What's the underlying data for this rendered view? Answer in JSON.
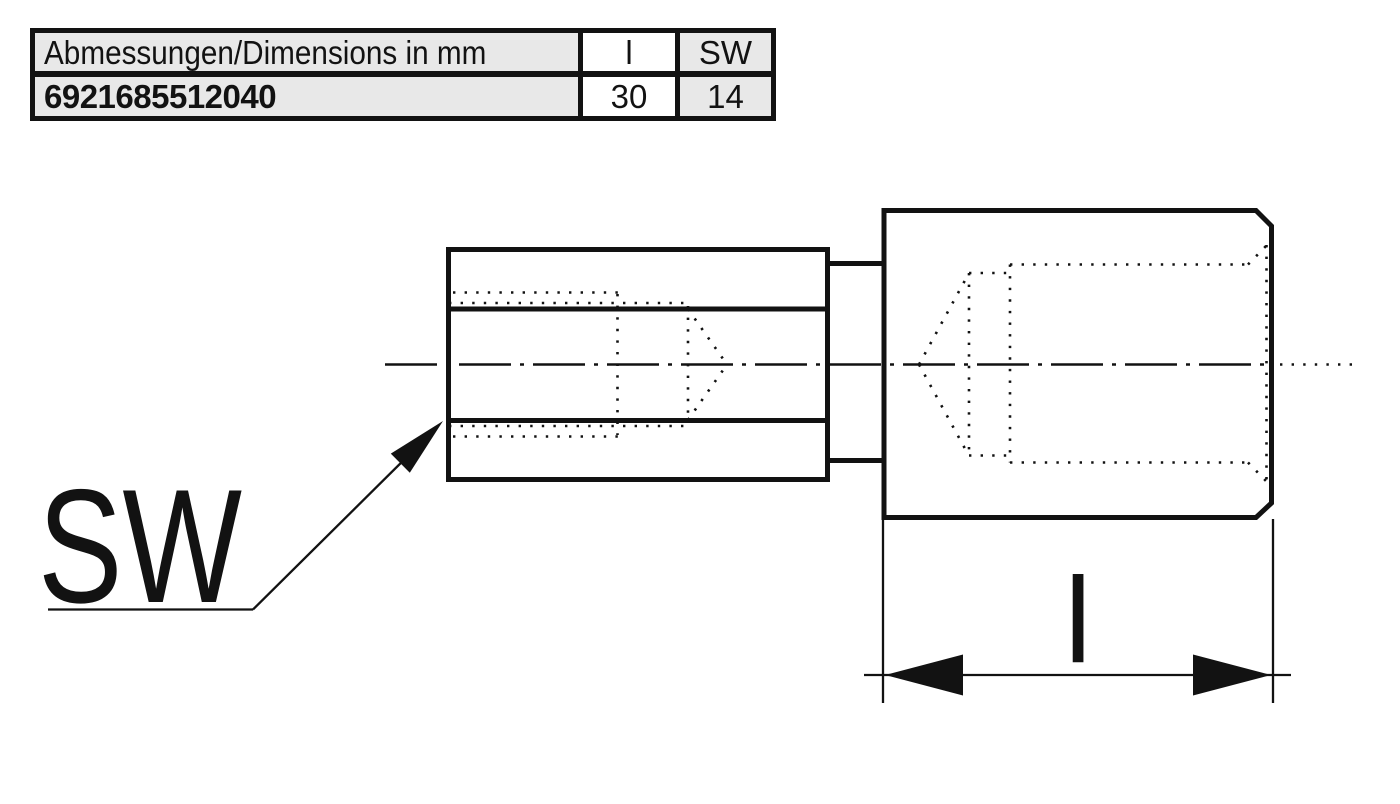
{
  "table": {
    "header": {
      "dimensions": "Abmessungen/Dimensions in mm",
      "l": "l",
      "sw": "SW"
    },
    "row": {
      "part_number": "6921685512040",
      "l": "30",
      "sw": "14"
    }
  },
  "drawing": {
    "sw_callout": "SW",
    "length_dim": "l"
  },
  "colors": {
    "ink": "#121212",
    "table_fill": "#e8e8e8",
    "background": "#ffffff"
  }
}
